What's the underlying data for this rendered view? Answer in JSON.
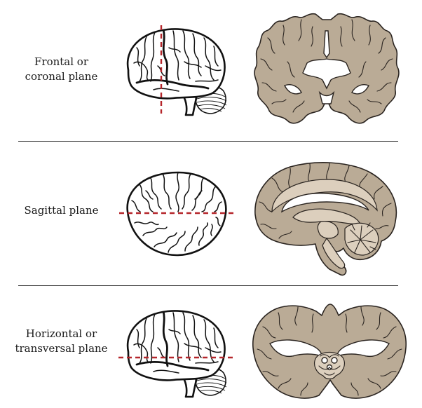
{
  "planes": [
    {
      "label_line1": "Frontal or",
      "label_line2": "coronal plane"
    },
    {
      "label_line1": "Sagittal plane",
      "label_line2": ""
    },
    {
      "label_line1": "Horizontal or",
      "label_line2": "transversal plane"
    }
  ],
  "colors": {
    "cut_line": "#b5262b",
    "tissue": "#baab96",
    "outline": "#111111",
    "divider": "#333333"
  },
  "icons": {
    "lateral_brain": "lateral-brain-icon",
    "dorsal_brain": "dorsal-brain-icon",
    "coronal_section": "coronal-section-icon",
    "sagittal_section": "sagittal-section-icon",
    "horizontal_section": "horizontal-section-icon"
  }
}
